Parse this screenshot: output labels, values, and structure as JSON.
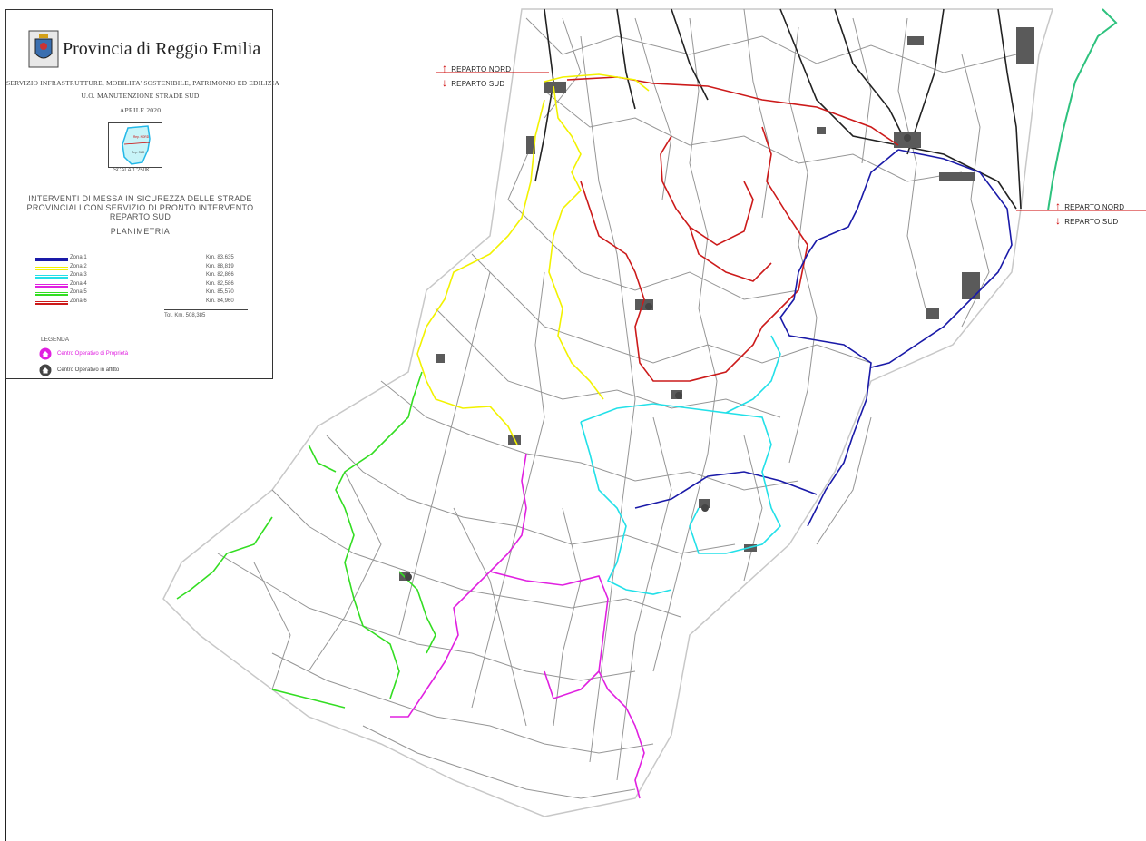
{
  "header": {
    "title": "Provincia di Reggio Emilia",
    "service": "SERVIZIO INFRASTRUTTURE, MOBILITA' SOSTENIBILE, PATRIMONIO ED EDILIZIA",
    "unit": "U.O. MANUTENZIONE STRADE SUD",
    "date": "APRILE 2020",
    "scale": "SCALA 1:250K",
    "project_title_lines": [
      "INTERVENTI DI MESSA IN SICUREZZA DELLE STRADE",
      "PROVINCIALI CON SERVIZIO DI PRONTO INTERVENTO",
      "REPARTO SUD"
    ],
    "subtitle": "PLANIMETRIA"
  },
  "inset_labels": [
    "Rep. NORD",
    "Rep. SUD"
  ],
  "zones": [
    {
      "label": "Zona 1",
      "km": "Km. 83,635",
      "color": "#1a1aa8"
    },
    {
      "label": "Zona 2",
      "km": "Km. 88,819",
      "color": "#f2f200"
    },
    {
      "label": "Zona 3",
      "km": "Km. 82,866",
      "color": "#22e0e8"
    },
    {
      "label": "Zona 4",
      "km": "Km. 82,586",
      "color": "#e020e0"
    },
    {
      "label": "Zona 5",
      "km": "Km. 85,570",
      "color": "#33dd22"
    },
    {
      "label": "Zona 6",
      "km": "Km. 84,960",
      "color": "#cc1a1a"
    }
  ],
  "total": "Tot. Km. 508,385",
  "legend": {
    "title": "LEGENDA",
    "items": [
      {
        "label": "Centro Operativo di Proprietà",
        "color": "#e020e0",
        "icon": "house-icon"
      },
      {
        "label": "Centro Operativo in affitto",
        "color": "#444444",
        "icon": "house-icon"
      }
    ]
  },
  "reparto_labels": [
    {
      "nord": "REPARTO NORD",
      "sud": "REPARTO SUD"
    },
    {
      "nord": "REPARTO NORD",
      "sud": "REPARTO SUD"
    }
  ],
  "colors": {
    "road_gray": "#8a8a8a",
    "urban_gray": "#5a5a5a",
    "reparto_red": "#cc0000",
    "highway_green": "#2ec27e",
    "boundary_blue": "#3a3ad0"
  }
}
